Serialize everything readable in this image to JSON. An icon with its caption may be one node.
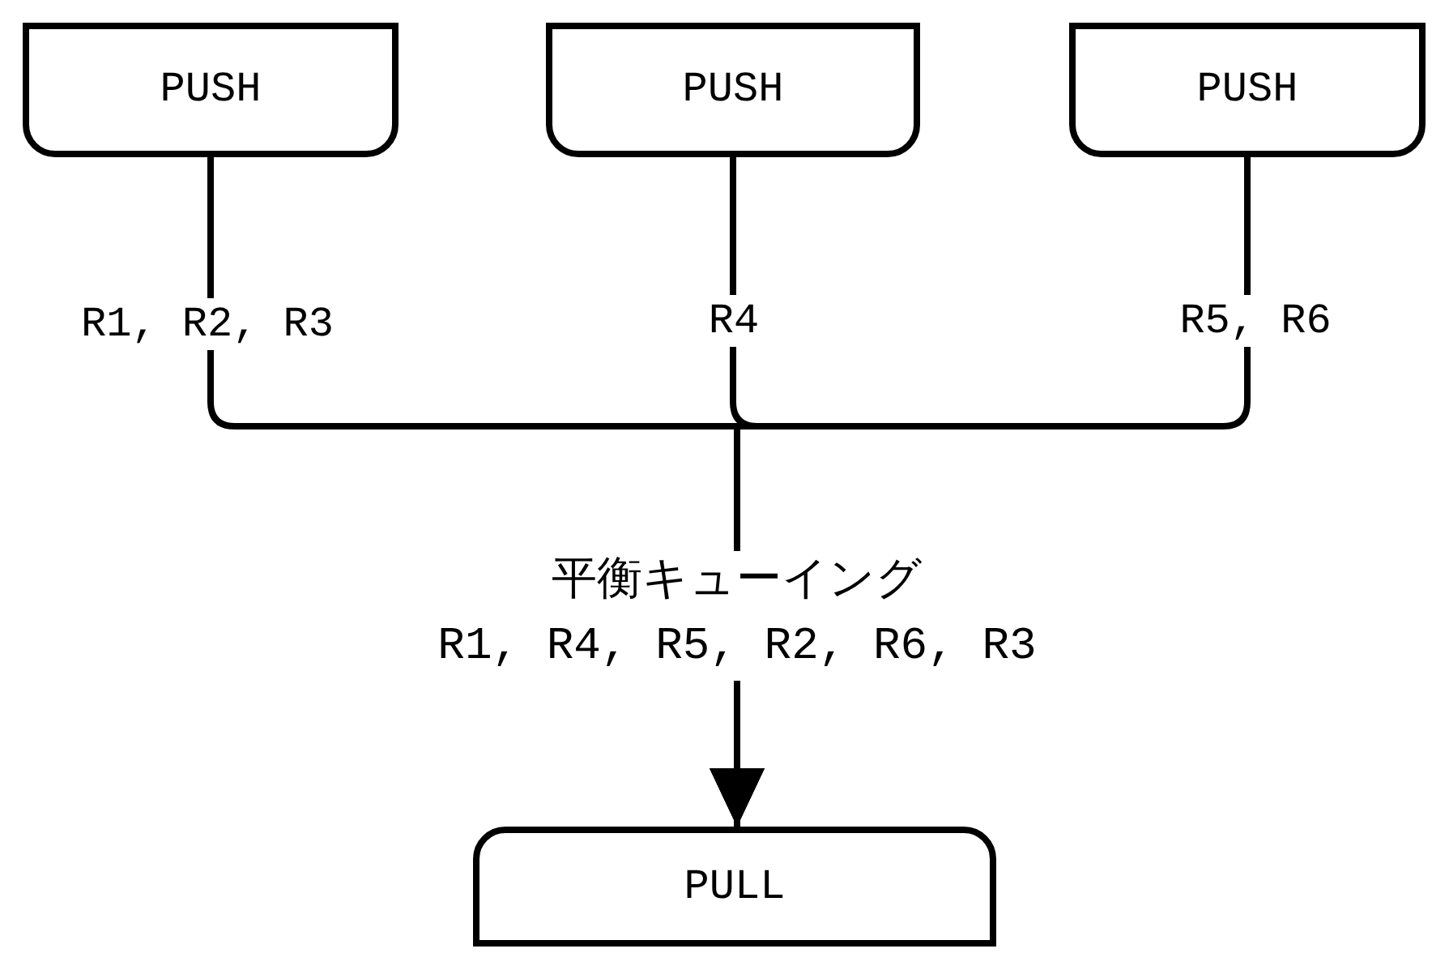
{
  "diagram": {
    "nodes": [
      {
        "text": [
          "PUSH"
        ]
      },
      {
        "text": [
          "PUSH"
        ]
      },
      {
        "text": [
          "PUSH"
        ]
      },
      {
        "text": [
          "PULL"
        ]
      }
    ],
    "edges": [
      {
        "from": 0,
        "to": 3,
        "arrow": "to",
        "label": "R1, R2, R3"
      },
      {
        "from": 1,
        "to": 3,
        "arrow": "to",
        "label": "R4"
      },
      {
        "from": 2,
        "to": 3,
        "arrow": "to",
        "label": "R5, R6"
      }
    ],
    "labels": [
      "平衡キューイング",
      "R1, R4, R5, R2, R6, R3"
    ]
  }
}
